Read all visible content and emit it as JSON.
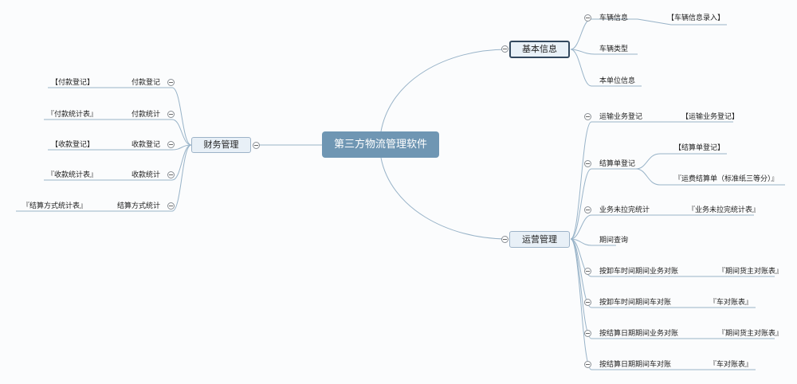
{
  "root": {
    "title": "第三方物流管理软件"
  },
  "branches": {
    "basic": {
      "title": "基本信息",
      "items": [
        {
          "label": "车辆信息",
          "note": "【车辆信息录入】"
        },
        {
          "label": "车辆类型"
        },
        {
          "label": "本单位信息"
        }
      ]
    },
    "ops": {
      "title": "运营管理",
      "items": [
        {
          "label": "运输业务登记",
          "note": "【运输业务登记】"
        },
        {
          "label": "结算单登记",
          "notes": [
            "【结算单登记】",
            "『运费结算单（标准纸三等分）』"
          ]
        },
        {
          "label": "业务未拉完统计",
          "note": "『业务未拉完统计表』"
        },
        {
          "label": "期间查询"
        },
        {
          "label": "按卸车时间期间业务对账",
          "note": "『期间货主对账表』"
        },
        {
          "label": "按卸车时间期间车对账",
          "note": "『车对账表』"
        },
        {
          "label": "按结算日期期间业务对账",
          "note": "『期间货主对账表』"
        },
        {
          "label": "按结算日期期间车对账",
          "note": "『车对账表』"
        }
      ]
    },
    "finance": {
      "title": "财务管理",
      "items": [
        {
          "label": "付款登记",
          "note": "【付款登记】"
        },
        {
          "label": "付款统计",
          "note": "『付款统计表』"
        },
        {
          "label": "收款登记",
          "note": "【收款登记】"
        },
        {
          "label": "收款统计",
          "note": "『收款统计表』"
        },
        {
          "label": "结算方式统计",
          "note": "『结算方式统计表』"
        }
      ]
    }
  },
  "colors": {
    "line": "#98b3c8",
    "root_fill": "#6f96b3",
    "node_fill": "#e8f0f7",
    "selected_border": "#33495f"
  }
}
